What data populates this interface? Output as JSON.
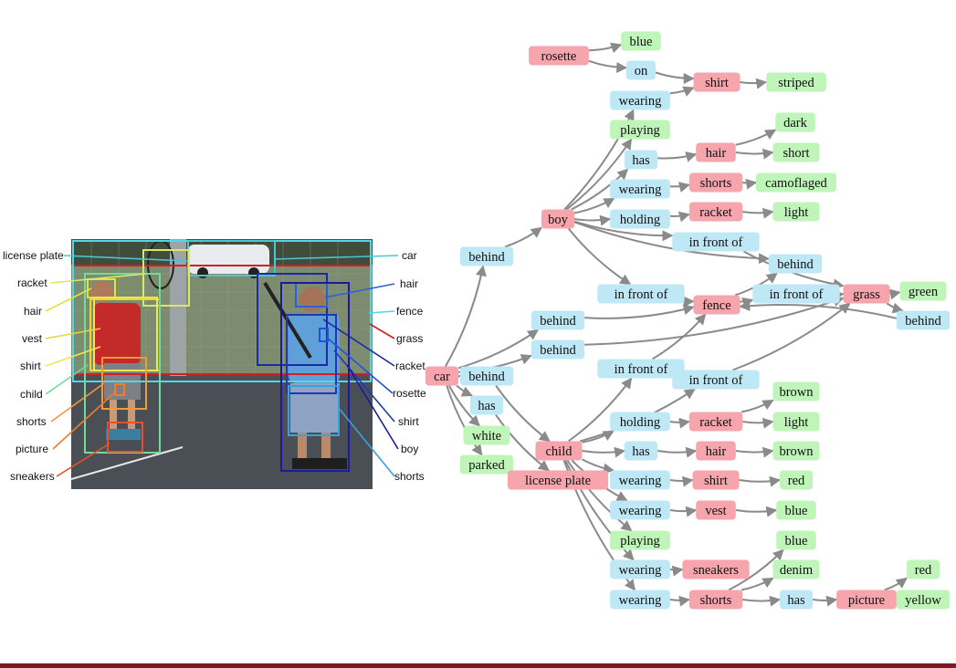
{
  "colors": {
    "object": "#f6a5ad",
    "relation": "#bfe8f7",
    "attribute": "#bff5b8",
    "edge": "#8a8a8a",
    "bottom_bar": "#7a1a22"
  },
  "photo": {
    "labels_left": [
      "license plate",
      "racket",
      "hair",
      "vest",
      "shirt",
      "child",
      "shorts",
      "picture",
      "sneakers"
    ],
    "labels_right": [
      "car",
      "hair",
      "fence",
      "grass",
      "racket",
      "rosette",
      "shirt",
      "boy",
      "shorts"
    ]
  },
  "graph": {
    "nodes": [
      {
        "id": "rosette",
        "label": "rosette",
        "kind": "object"
      },
      {
        "id": "blue1",
        "label": "blue",
        "kind": "attribute"
      },
      {
        "id": "on",
        "label": "on",
        "kind": "relation"
      },
      {
        "id": "shirt_boy",
        "label": "shirt",
        "kind": "object"
      },
      {
        "id": "striped",
        "label": "striped",
        "kind": "attribute"
      },
      {
        "id": "wearing1",
        "label": "wearing",
        "kind": "relation"
      },
      {
        "id": "playing1",
        "label": "playing",
        "kind": "attribute"
      },
      {
        "id": "dark",
        "label": "dark",
        "kind": "attribute"
      },
      {
        "id": "has1",
        "label": "has",
        "kind": "relation"
      },
      {
        "id": "hair_boy",
        "label": "hair",
        "kind": "object"
      },
      {
        "id": "short",
        "label": "short",
        "kind": "attribute"
      },
      {
        "id": "wearing2",
        "label": "wearing",
        "kind": "relation"
      },
      {
        "id": "shorts_boy",
        "label": "shorts",
        "kind": "object"
      },
      {
        "id": "camoflaged",
        "label": "camoflaged",
        "kind": "attribute"
      },
      {
        "id": "boy",
        "label": "boy",
        "kind": "object"
      },
      {
        "id": "holding1",
        "label": "holding",
        "kind": "relation"
      },
      {
        "id": "racket_boy",
        "label": "racket",
        "kind": "object"
      },
      {
        "id": "light1",
        "label": "light",
        "kind": "attribute"
      },
      {
        "id": "infront1",
        "label": "in front of",
        "kind": "relation"
      },
      {
        "id": "behind_car_boy",
        "label": "behind",
        "kind": "relation"
      },
      {
        "id": "behind_fence_boy",
        "label": "behind",
        "kind": "relation"
      },
      {
        "id": "infront2",
        "label": "in front of",
        "kind": "relation"
      },
      {
        "id": "fence",
        "label": "fence",
        "kind": "object"
      },
      {
        "id": "infront3",
        "label": "in front of",
        "kind": "relation"
      },
      {
        "id": "grass",
        "label": "grass",
        "kind": "object"
      },
      {
        "id": "green",
        "label": "green",
        "kind": "attribute"
      },
      {
        "id": "behind_grass_fence",
        "label": "behind",
        "kind": "relation"
      },
      {
        "id": "behind_car_fence",
        "label": "behind",
        "kind": "relation"
      },
      {
        "id": "behind_car_grass",
        "label": "behind",
        "kind": "relation"
      },
      {
        "id": "car",
        "label": "car",
        "kind": "object"
      },
      {
        "id": "behind_car_child",
        "label": "behind",
        "kind": "relation"
      },
      {
        "id": "infront4",
        "label": "in front of",
        "kind": "relation"
      },
      {
        "id": "infront5",
        "label": "in front of",
        "kind": "relation"
      },
      {
        "id": "has_car",
        "label": "has",
        "kind": "relation"
      },
      {
        "id": "white",
        "label": "white",
        "kind": "attribute"
      },
      {
        "id": "parked",
        "label": "parked",
        "kind": "attribute"
      },
      {
        "id": "license_plate",
        "label": "license plate",
        "kind": "object"
      },
      {
        "id": "child",
        "label": "child",
        "kind": "object"
      },
      {
        "id": "holding2",
        "label": "holding",
        "kind": "relation"
      },
      {
        "id": "racket_child",
        "label": "racket",
        "kind": "object"
      },
      {
        "id": "brown1",
        "label": "brown",
        "kind": "attribute"
      },
      {
        "id": "light2",
        "label": "light",
        "kind": "attribute"
      },
      {
        "id": "has2",
        "label": "has",
        "kind": "relation"
      },
      {
        "id": "hair_child",
        "label": "hair",
        "kind": "object"
      },
      {
        "id": "brown2",
        "label": "brown",
        "kind": "attribute"
      },
      {
        "id": "wearing3",
        "label": "wearing",
        "kind": "relation"
      },
      {
        "id": "shirt_child",
        "label": "shirt",
        "kind": "object"
      },
      {
        "id": "red1",
        "label": "red",
        "kind": "attribute"
      },
      {
        "id": "wearing4",
        "label": "wearing",
        "kind": "relation"
      },
      {
        "id": "vest",
        "label": "vest",
        "kind": "object"
      },
      {
        "id": "blue2",
        "label": "blue",
        "kind": "attribute"
      },
      {
        "id": "playing2",
        "label": "playing",
        "kind": "attribute"
      },
      {
        "id": "blue3",
        "label": "blue",
        "kind": "attribute"
      },
      {
        "id": "wearing5",
        "label": "wearing",
        "kind": "relation"
      },
      {
        "id": "sneakers",
        "label": "sneakers",
        "kind": "object"
      },
      {
        "id": "denim",
        "label": "denim",
        "kind": "attribute"
      },
      {
        "id": "red2",
        "label": "red",
        "kind": "attribute"
      },
      {
        "id": "wearing6",
        "label": "wearing",
        "kind": "relation"
      },
      {
        "id": "shorts_child",
        "label": "shorts",
        "kind": "object"
      },
      {
        "id": "has3",
        "label": "has",
        "kind": "relation"
      },
      {
        "id": "picture",
        "label": "picture",
        "kind": "object"
      },
      {
        "id": "yellow",
        "label": "yellow",
        "kind": "attribute"
      }
    ],
    "edges": [
      [
        "rosette",
        "blue1"
      ],
      [
        "rosette",
        "on"
      ],
      [
        "on",
        "shirt_boy"
      ],
      [
        "shirt_boy",
        "striped"
      ],
      [
        "boy",
        "wearing1"
      ],
      [
        "wearing1",
        "shirt_boy"
      ],
      [
        "boy",
        "playing1"
      ],
      [
        "boy",
        "has1"
      ],
      [
        "has1",
        "hair_boy"
      ],
      [
        "hair_boy",
        "dark"
      ],
      [
        "hair_boy",
        "short"
      ],
      [
        "boy",
        "wearing2"
      ],
      [
        "wearing2",
        "shorts_boy"
      ],
      [
        "shorts_boy",
        "camoflaged"
      ],
      [
        "boy",
        "holding1"
      ],
      [
        "holding1",
        "racket_boy"
      ],
      [
        "racket_boy",
        "light1"
      ],
      [
        "boy",
        "infront1"
      ],
      [
        "infront1",
        "grass"
      ],
      [
        "boy",
        "behind_fence_boy"
      ],
      [
        "boy",
        "infront2"
      ],
      [
        "infront2",
        "fence"
      ],
      [
        "fence",
        "behind_fence_boy"
      ],
      [
        "fence",
        "infront3"
      ],
      [
        "infront3",
        "grass"
      ],
      [
        "grass",
        "green"
      ],
      [
        "grass",
        "behind_grass_fence"
      ],
      [
        "behind_grass_fence",
        "fence"
      ],
      [
        "car",
        "behind_car_boy"
      ],
      [
        "behind_car_boy",
        "boy"
      ],
      [
        "car",
        "behind_car_fence"
      ],
      [
        "behind_car_fence",
        "fence"
      ],
      [
        "car",
        "behind_car_grass"
      ],
      [
        "behind_car_grass",
        "grass"
      ],
      [
        "car",
        "behind_car_child"
      ],
      [
        "behind_car_child",
        "child"
      ],
      [
        "car",
        "has_car"
      ],
      [
        "has_car",
        "license_plate"
      ],
      [
        "car",
        "white"
      ],
      [
        "car",
        "parked"
      ],
      [
        "child",
        "infront4"
      ],
      [
        "infront4",
        "fence"
      ],
      [
        "child",
        "infront5"
      ],
      [
        "infront5",
        "grass"
      ],
      [
        "child",
        "holding2"
      ],
      [
        "holding2",
        "racket_child"
      ],
      [
        "racket_child",
        "brown1"
      ],
      [
        "racket_child",
        "light2"
      ],
      [
        "child",
        "has2"
      ],
      [
        "has2",
        "hair_child"
      ],
      [
        "hair_child",
        "brown2"
      ],
      [
        "child",
        "wearing3"
      ],
      [
        "wearing3",
        "shirt_child"
      ],
      [
        "shirt_child",
        "red1"
      ],
      [
        "child",
        "wearing4"
      ],
      [
        "wearing4",
        "vest"
      ],
      [
        "vest",
        "blue2"
      ],
      [
        "child",
        "playing2"
      ],
      [
        "child",
        "wearing5"
      ],
      [
        "wearing5",
        "sneakers"
      ],
      [
        "child",
        "wearing6"
      ],
      [
        "wearing6",
        "shorts_child"
      ],
      [
        "shorts_child",
        "blue3"
      ],
      [
        "shorts_child",
        "denim"
      ],
      [
        "shorts_child",
        "has3"
      ],
      [
        "has3",
        "picture"
      ],
      [
        "picture",
        "red2"
      ],
      [
        "picture",
        "yellow"
      ]
    ]
  }
}
